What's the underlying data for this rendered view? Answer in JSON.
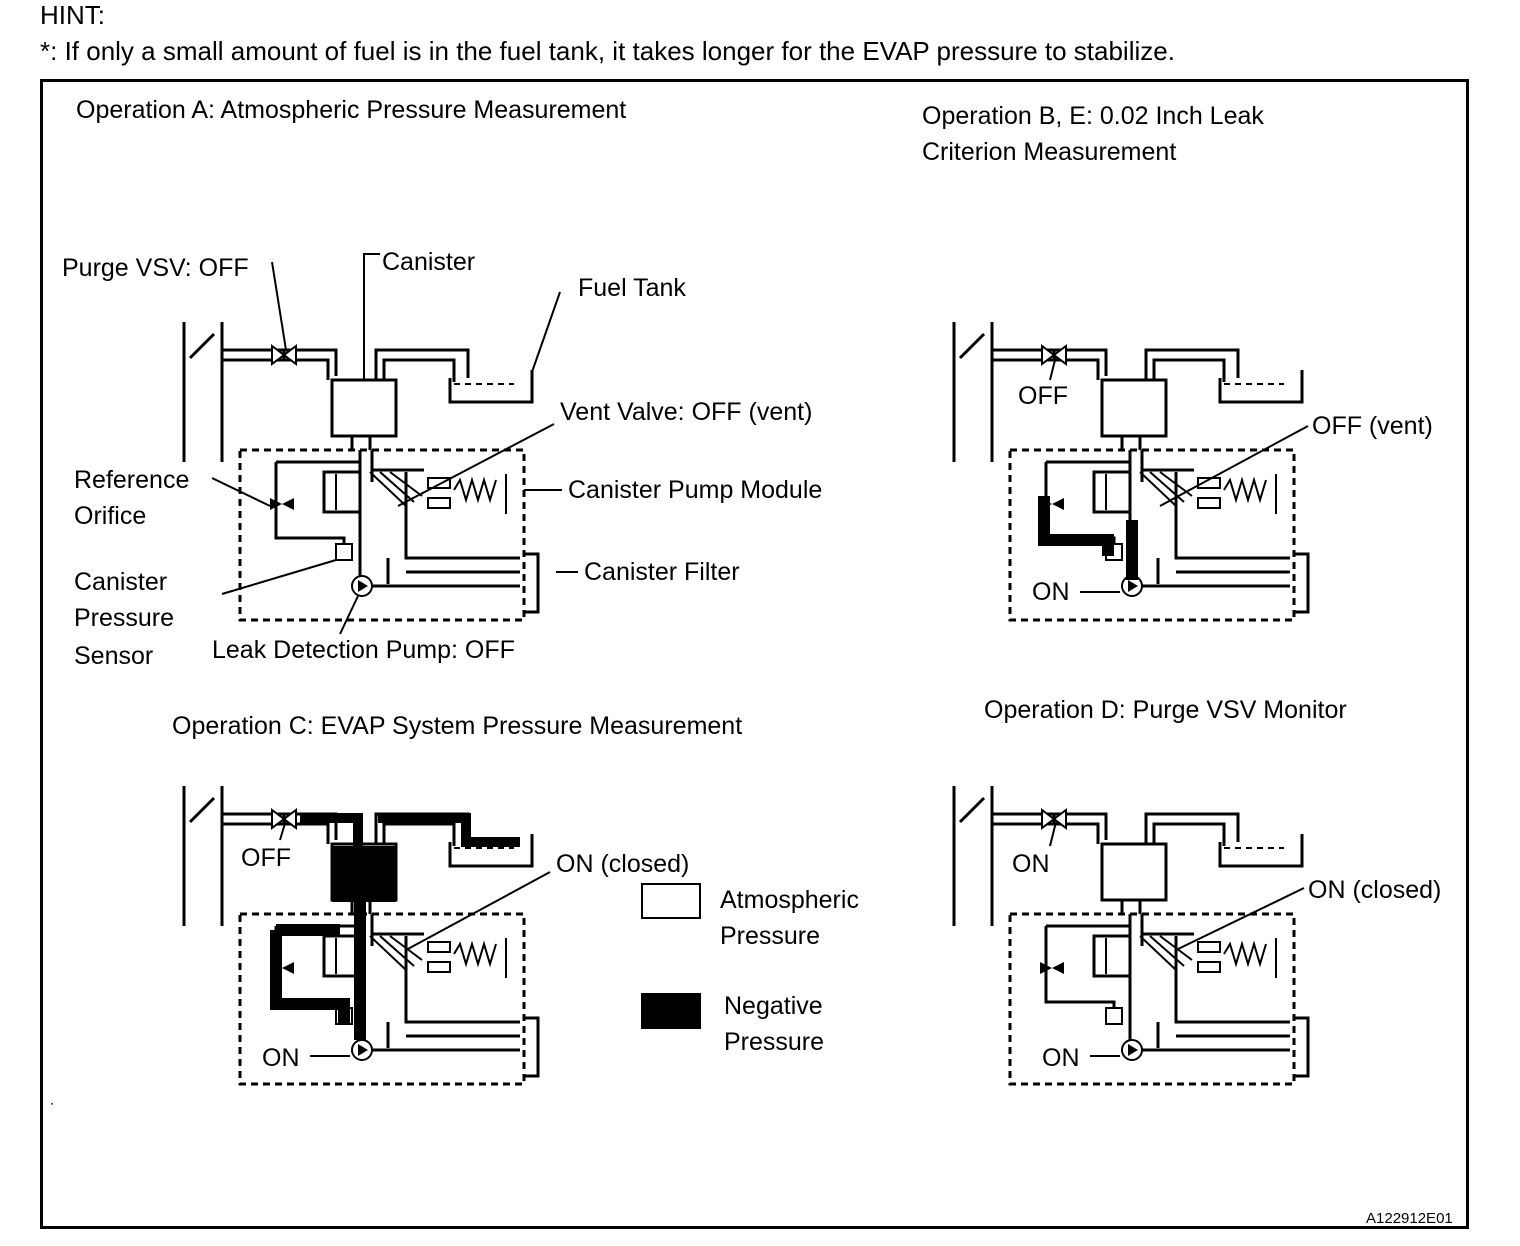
{
  "hint": {
    "title": "HINT:",
    "text": "*: If only a small amount of fuel is in the fuel tank, it takes longer for the EVAP pressure to stabilize."
  },
  "panel_a": {
    "title": "Operation A: Atmospheric Pressure Measurement",
    "purge_vsv": "Purge VSV: OFF",
    "canister": "Canister",
    "fuel_tank": "Fuel Tank",
    "vent_valve": "Vent Valve: OFF (vent)",
    "reference_orifice_1": "Reference",
    "reference_orifice_2": "Orifice",
    "canister_pump_module": "Canister Pump Module",
    "canister_filter": "Canister Filter",
    "pressure_sensor_1": "Canister",
    "pressure_sensor_2": "Pressure",
    "pressure_sensor_3": "Sensor",
    "leak_pump": "Leak Detection Pump: OFF"
  },
  "panel_b": {
    "title_1": "Operation B, E: 0.02 Inch Leak",
    "title_2": "Criterion Measurement",
    "purge_state": "OFF",
    "vent_state": "OFF (vent)",
    "pump_state": "ON"
  },
  "panel_c": {
    "title": "Operation C: EVAP System Pressure Measurement",
    "purge_state": "OFF",
    "vent_state": "ON (closed)",
    "pump_state": "ON"
  },
  "panel_d": {
    "title": "Operation D: Purge VSV Monitor",
    "purge_state": "ON",
    "vent_state": "ON (closed)",
    "pump_state": "ON"
  },
  "legend": {
    "atmospheric_1": "Atmospheric",
    "atmospheric_2": "Pressure",
    "negative_1": "Negative",
    "negative_2": "Pressure"
  },
  "stray_mark": "∙",
  "figure_code": "A122912E01"
}
